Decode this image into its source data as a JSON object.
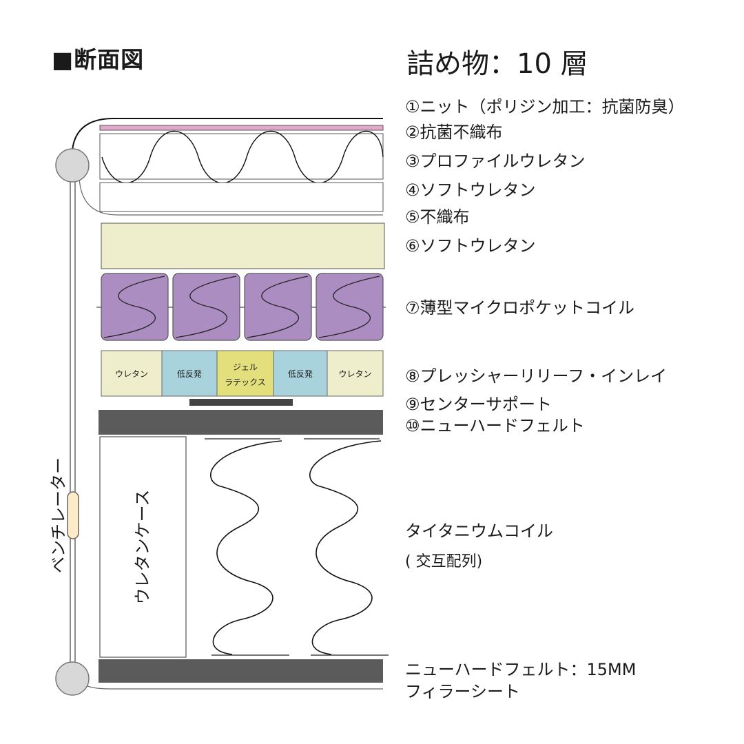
{
  "header": {
    "section_title": "■断面図",
    "fill_title": "詰め物：10 層"
  },
  "layers": [
    {
      "label": "①ニット（ポリジン加工：抗菌防臭）"
    },
    {
      "label": "②抗菌不織布"
    },
    {
      "label": "③プロファイルウレタン"
    },
    {
      "label": "④ソフトウレタン"
    },
    {
      "label": "⑤不織布"
    },
    {
      "label": "⑥ソフトウレタン"
    },
    {
      "label": "⑦薄型マイクロポケットコイル"
    },
    {
      "label": "⑧プレッシャーリリーフ・インレイ"
    },
    {
      "label": "⑨センターサポート"
    },
    {
      "label": "⑩ニューハードフェルト"
    }
  ],
  "inlay_cells": [
    {
      "line1": "ウレタン",
      "line2": "",
      "color": "#eeeecc"
    },
    {
      "line1": "低反発",
      "line2": "",
      "color": "#a9d3dc"
    },
    {
      "line1": "ジェル",
      "line2": "ラテックス",
      "color": "#e3df7c"
    },
    {
      "line1": "低反発",
      "line2": "",
      "color": "#a9d3dc"
    },
    {
      "line1": "ウレタン",
      "line2": "",
      "color": "#eeeecc"
    }
  ],
  "core": {
    "case_label": "ウレタンケース",
    "coil_label": "タイタニウムコイル",
    "coil_note": "( 交互配列)"
  },
  "bottom": {
    "felt_label": "ニューハードフェルト：15MM",
    "filler_label": "フィラーシート"
  },
  "side": {
    "ventilator_label": "ベンチレーター"
  },
  "colors": {
    "pink_knit": "#e2a9cb",
    "soft_urethane": "#eeeecc",
    "pocket_coil": "#ab8dc2",
    "felt": "#5b5b5b",
    "ventilator": "#fcebc6",
    "grommet": "#d8d8d8"
  }
}
